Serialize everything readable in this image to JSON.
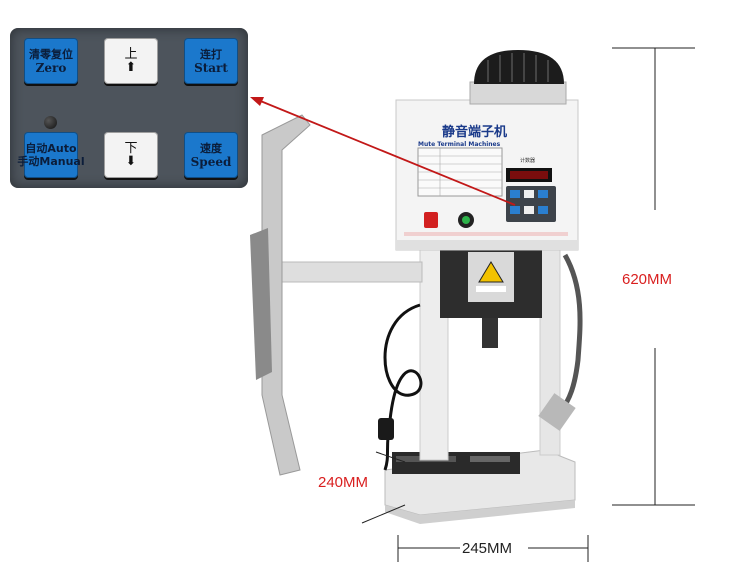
{
  "control_panel": {
    "buttons": [
      {
        "line1": "清零复位",
        "line2": "Zero"
      },
      {
        "line1": "上",
        "line2": "⬆"
      },
      {
        "line1": "连打",
        "line2": "Start"
      },
      {
        "line1": "自动Auto",
        "line2": "手动Manual"
      },
      {
        "line1": "下",
        "line2": "⬇"
      },
      {
        "line1": "速度",
        "line2": "Speed"
      }
    ]
  },
  "machine": {
    "title_cn": "静音端子机",
    "title_en": "Mute Terminal Machines",
    "counter_label": "计数器"
  },
  "dimensions": {
    "height": "620MM",
    "depth": "240MM",
    "width": "245MM"
  },
  "colors": {
    "dimension_text": "#d91f1f",
    "button_blue": "#1b78cc",
    "arrow": "#c21818"
  }
}
